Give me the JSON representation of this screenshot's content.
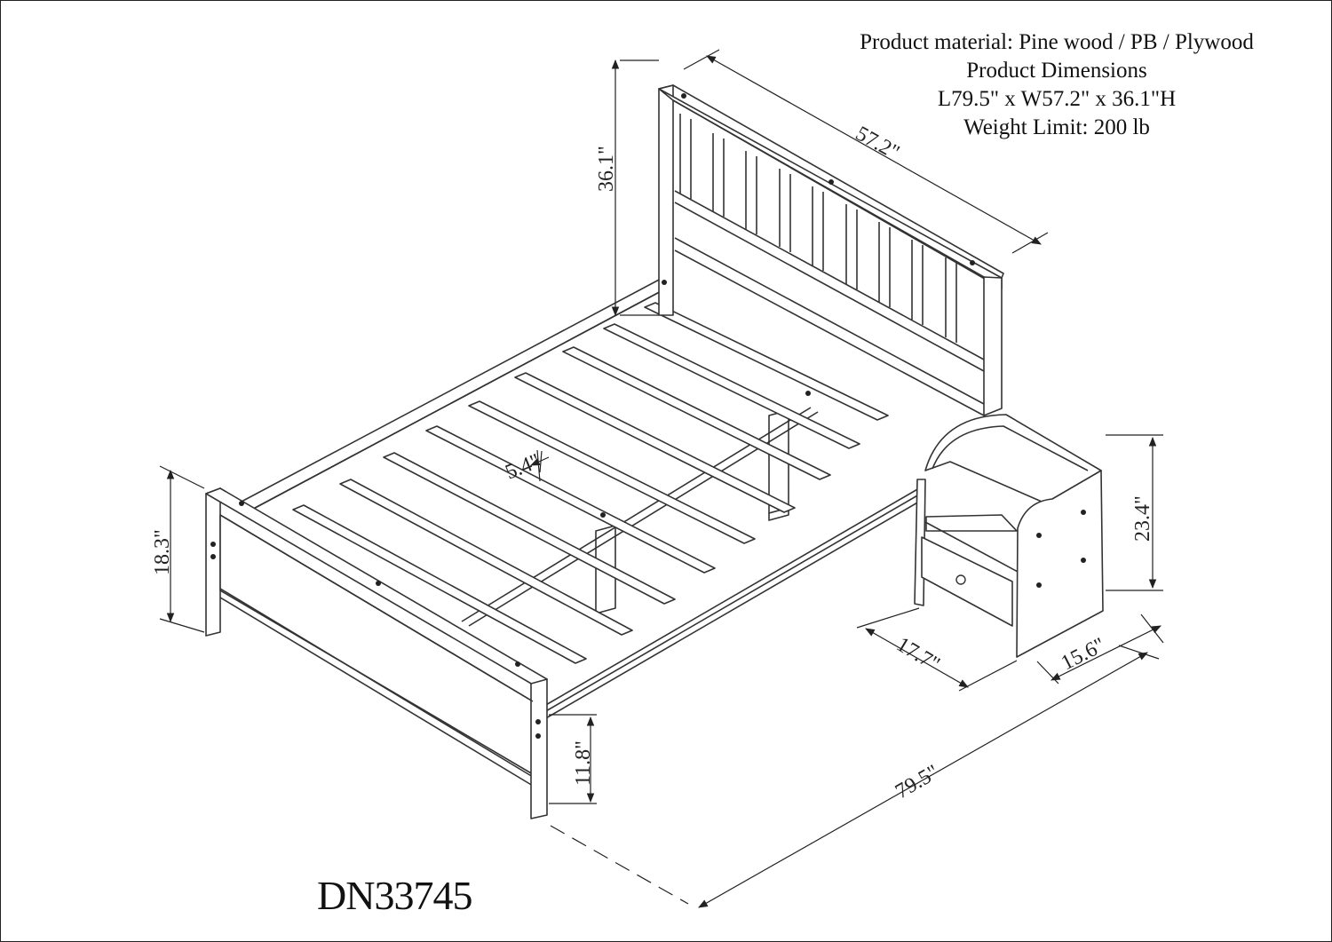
{
  "specs": {
    "material": "Product material: Pine wood / PB / Plywood",
    "dimensions_title": "Product Dimensions",
    "dimensions": "L79.5\" x W57.2\" x 36.1\"H",
    "weight_limit": "Weight Limit: 200 lb"
  },
  "model_number": "DN33745",
  "dimension_labels": {
    "headboard_height": "36.1\"",
    "bed_width": "57.2\"",
    "footboard_height": "18.3\"",
    "slat_gap": "5.4\"",
    "under_bed_clearance": "11.8\"",
    "bed_length": "79.5\"",
    "nightstand_height": "23.4\"",
    "nightstand_width": "17.7\"",
    "nightstand_depth": "15.6\""
  }
}
